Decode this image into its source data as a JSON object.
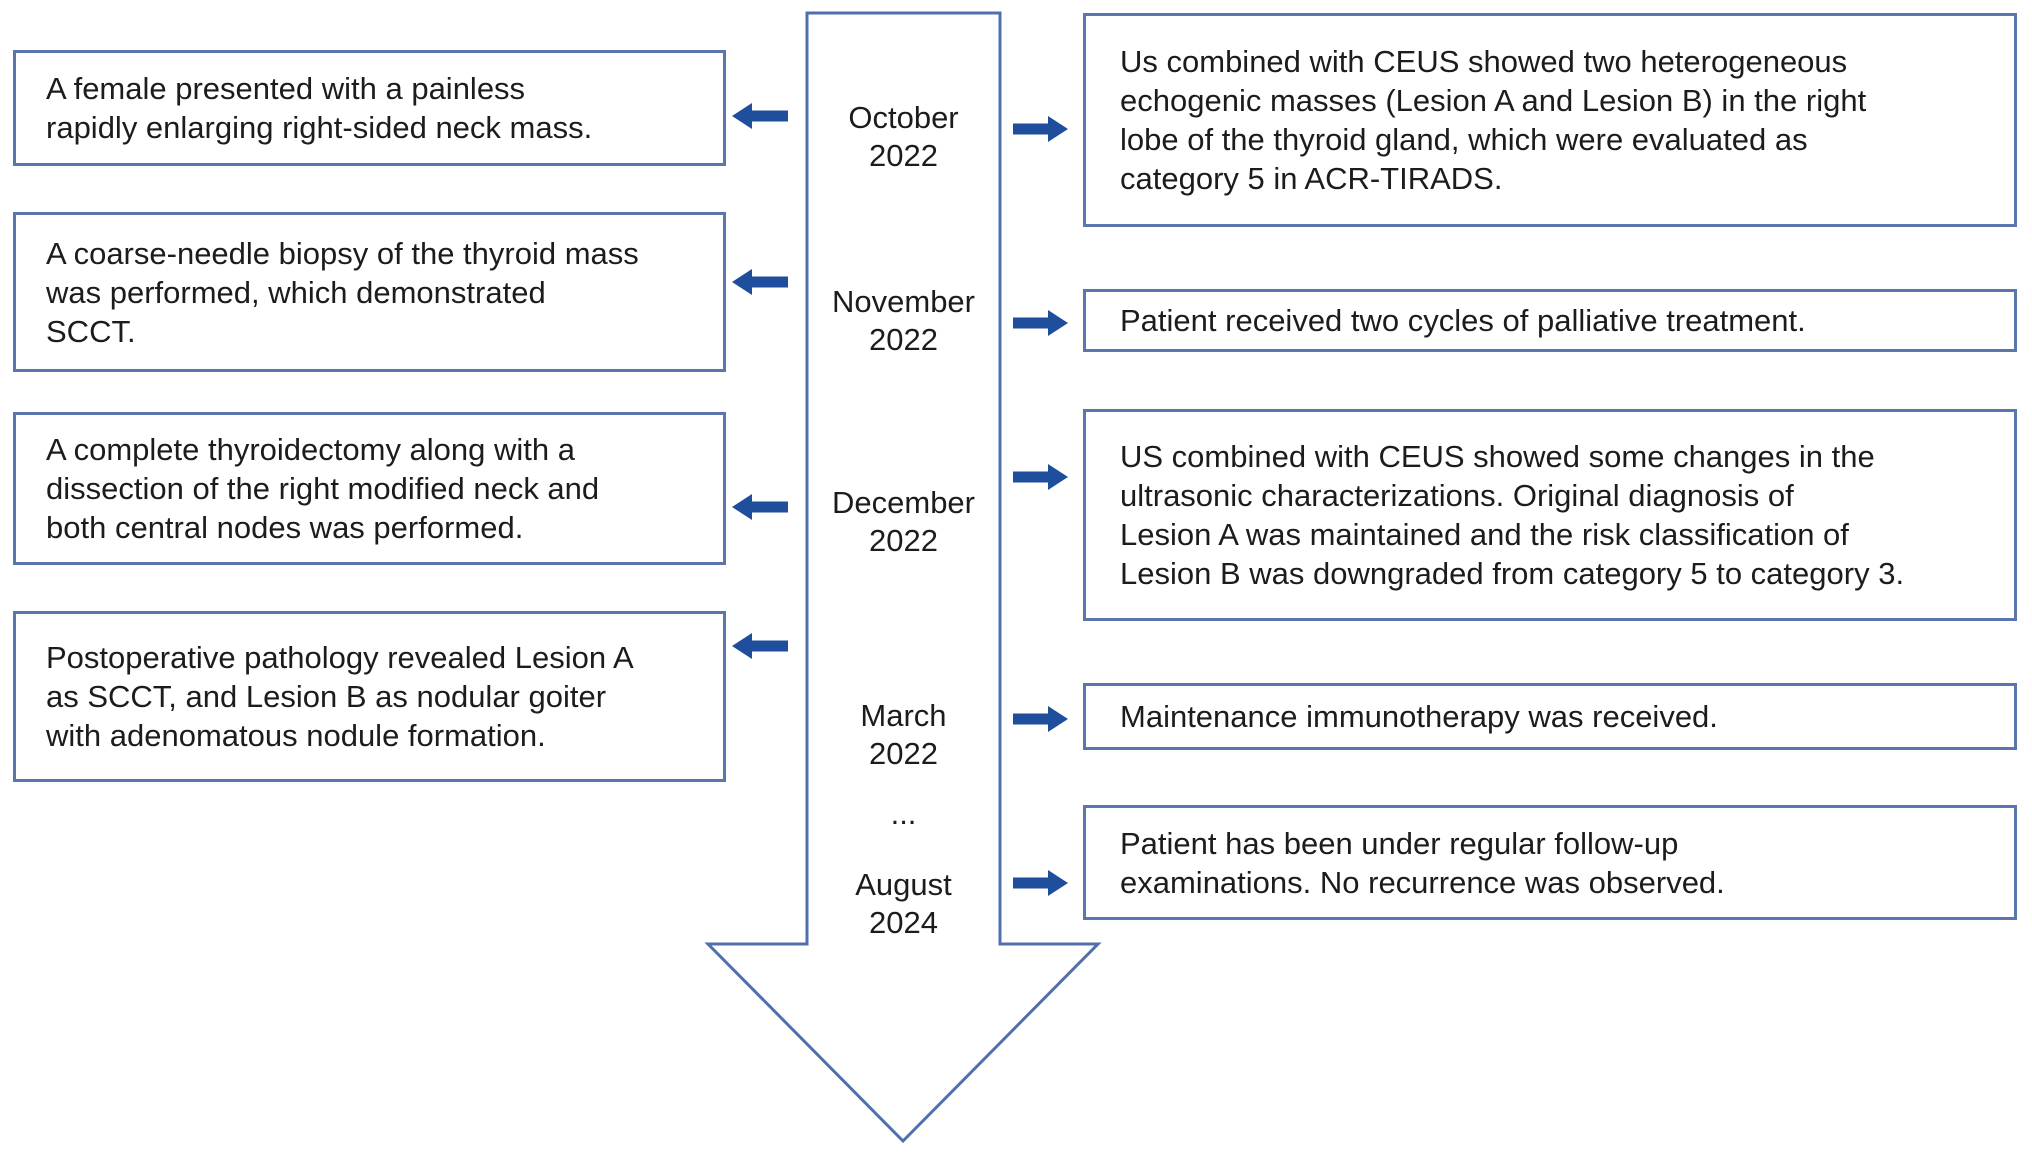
{
  "diagram": {
    "colors": {
      "background": "#ffffff",
      "box_border": "#5b76ad",
      "timeline_outline": "#4f6fad",
      "connector_arrow_fill": "#1f4e9c",
      "text": "#1c1c1c"
    }
  },
  "timeline": {
    "dates": [
      "October\n2022",
      "November\n2022",
      "December\n2022",
      "March\n2022",
      "...",
      "August\n2024"
    ]
  },
  "left_events": [
    "A female presented with a painless\nrapidly enlarging right-sided neck mass.",
    "A coarse-needle biopsy of the thyroid mass\nwas performed, which demonstrated\nSCCT.",
    "A complete thyroidectomy along with  a\ndissection of the right modified neck and\nboth central nodes was performed.",
    "Postoperative pathology revealed Lesion A\nas SCCT, and Lesion B as nodular goiter\nwith adenomatous nodule formation."
  ],
  "right_events": [
    "Us combined with CEUS showed two heterogeneous\nechogenic masses (Lesion A and Lesion B) in the right\nlobe of the thyroid gland, which were evaluated as\ncategory 5 in ACR-TIRADS.",
    "Patient received two cycles of palliative treatment.",
    "US combined with CEUS showed some changes in the\nultrasonic characterizations. Original diagnosis of\nLesion A was maintained and the risk classification of\nLesion B was downgraded from category 5 to category 3.",
    "Maintenance immunotherapy was received.",
    "Patient has been under regular follow-up\nexaminations. No recurrence was observed."
  ]
}
